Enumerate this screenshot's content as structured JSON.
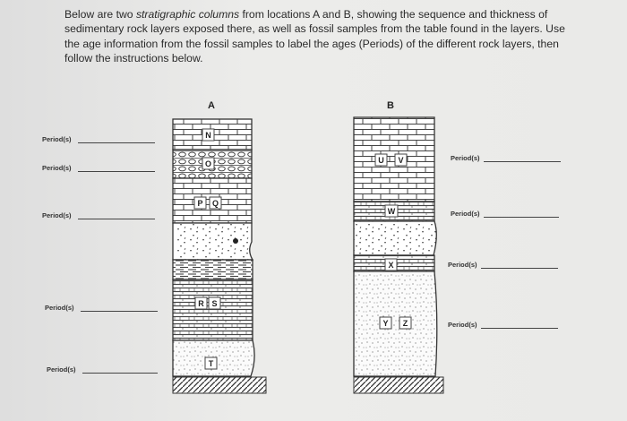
{
  "intro": {
    "t1": "Below are two ",
    "t2": "stratigraphic columns",
    "t3": " from locations A and B, showing the sequence and thickness of sedimentary rock layers exposed there, as well as fossil samples from the table found in the layers. Use the age information from the fossil samples to label the ages (Periods) of the different rock layers, then follow the instructions below."
  },
  "column_a": {
    "title": "A",
    "fossils": [
      "N",
      "O",
      "P",
      "Q",
      "R",
      "S",
      "T"
    ],
    "labels": [
      "Period(s)",
      "Period(s)",
      "Period(s)",
      "Period(s)",
      "Period(s)"
    ]
  },
  "column_b": {
    "title": "B",
    "fossils": [
      "U",
      "V",
      "W",
      "X",
      "Y",
      "Z"
    ],
    "labels": [
      "Period(s)",
      "Period(s)",
      "Period(s)",
      "Period(s)"
    ]
  }
}
